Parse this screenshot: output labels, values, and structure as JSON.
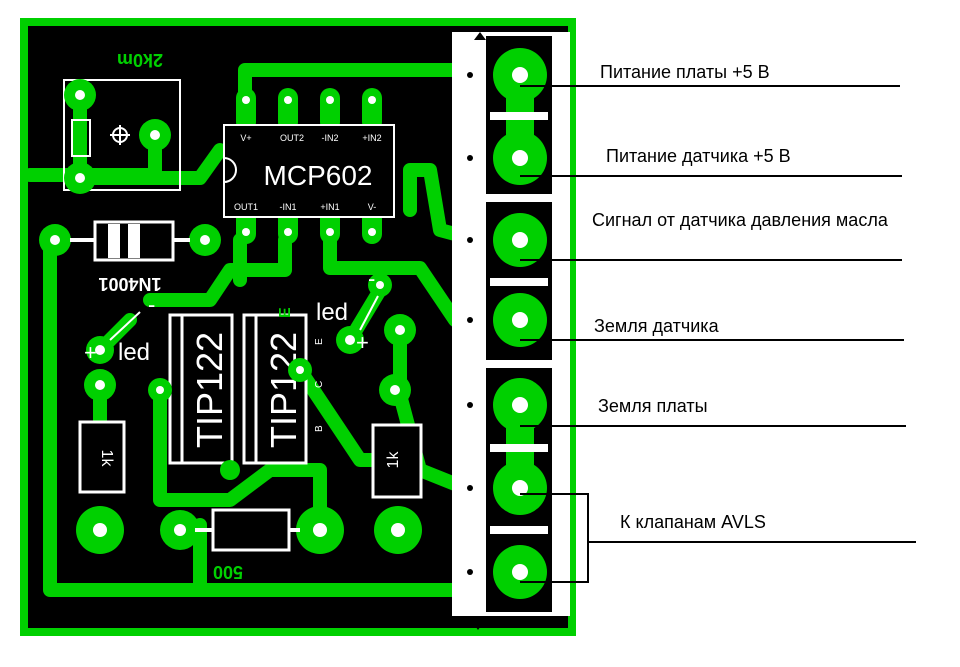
{
  "board": {
    "colors": {
      "board": "#000000",
      "copper": "#00d000",
      "silk": "#ffffff",
      "hole": "#ffffff"
    },
    "components": {
      "trimmer_value": "2k0m",
      "ic_name": "MCP602",
      "ic_top_pins": [
        "V+",
        "OUT2",
        "-IN2",
        "+IN2"
      ],
      "ic_bottom_pins": [
        "OUT1",
        "-IN1",
        "+IN1",
        "V-"
      ],
      "diode_name": "1N4001",
      "transistor_1": "TIP122",
      "transistor_2": "TIP122",
      "led_left": "led",
      "led_right": "led",
      "plus_sign": "+",
      "minus_sign": "-",
      "resistor_left": "1k",
      "resistor_right": "1k",
      "resistor_bottom": "500",
      "pin_e": "E",
      "pin_c": "C",
      "pin_b": "B",
      "pin_b_big": "B",
      "pin_e_big": "E"
    }
  },
  "labels": [
    "Питание платы +5 В",
    "Питание датчика +5 В",
    "Сигнал от датчика давления масла",
    "Земля датчика",
    "Земля платы",
    "К клапанам AVLS"
  ]
}
